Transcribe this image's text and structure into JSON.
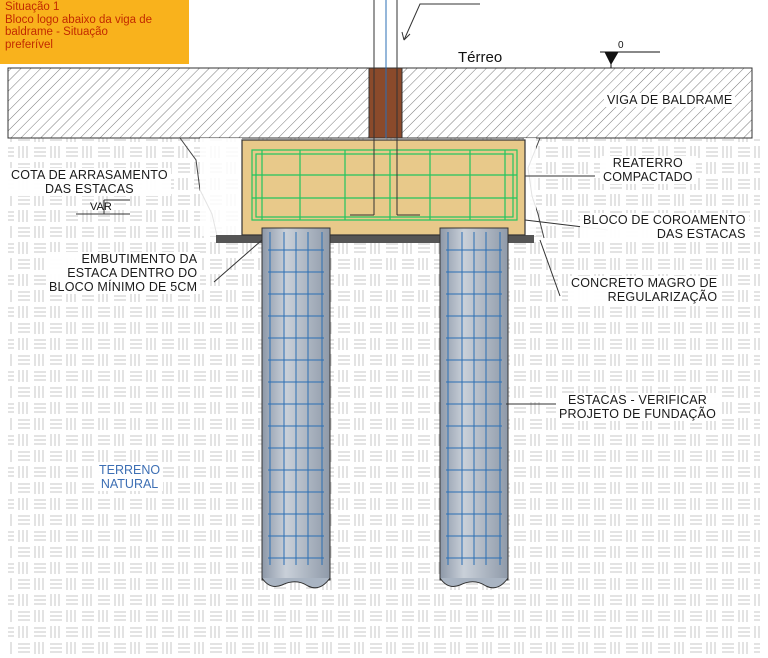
{
  "situation": {
    "lines": [
      "Situação 1",
      "Bloco logo abaixo da viga de",
      "baldrame - Situação",
      "preferível"
    ],
    "bg_color": "#f9b21c",
    "text_color": "#c22a00"
  },
  "level": {
    "name": "Térreo",
    "value": "0"
  },
  "labels": {
    "beam": "VIGA DE BALDRAME",
    "cutoff": [
      "COTA DE ARRASAMENTO",
      "DAS ESTACAS"
    ],
    "var": "VAR",
    "backfill": [
      "REATERRO",
      "COMPACTADO"
    ],
    "cap": [
      "BLOCO DE COROAMENTO",
      "DAS ESTACAS"
    ],
    "embed": [
      "EMBUTIMENTO DA",
      "ESTACA DENTRO DO",
      "BLOCO MÍNIMO DE 5CM"
    ],
    "lean_concrete": [
      "CONCRETO MAGRO DE",
      "REGULARIZAÇÃO"
    ],
    "piles": [
      "ESTACAS - VERIFICAR",
      "PROJETO DE FUNDAÇÃO"
    ],
    "terrain": [
      "TERRENO",
      "NATURAL"
    ]
  },
  "colors": {
    "block_fill": "#e8c98a",
    "rebar_cage": "#22c55e",
    "pile_rebar": "#2b6fb4",
    "pile_fill": "#a9b4c2",
    "column": "#8b4a2b",
    "lean_concrete": "#555555",
    "terrain_text": "#3d6fb4"
  }
}
